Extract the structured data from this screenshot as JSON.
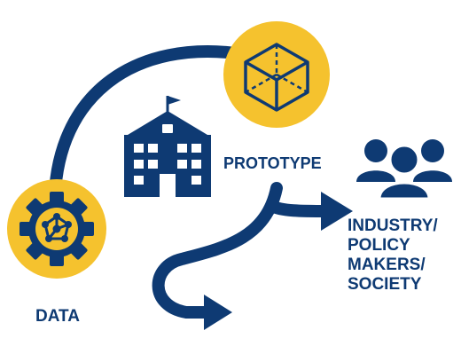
{
  "colors": {
    "navy": "#0e3a73",
    "gold": "#f5c22e"
  },
  "icons": {
    "data": "gear-network-icon",
    "prototype": "cube-icon",
    "institution": "school-building-icon",
    "audience": "people-group-icon"
  },
  "labels": {
    "data": "DATA",
    "prototype": "PROTOTYPE",
    "industry_lines": [
      "INDUSTRY/",
      "POLICY",
      "MAKERS/",
      "SOCIETY"
    ]
  }
}
